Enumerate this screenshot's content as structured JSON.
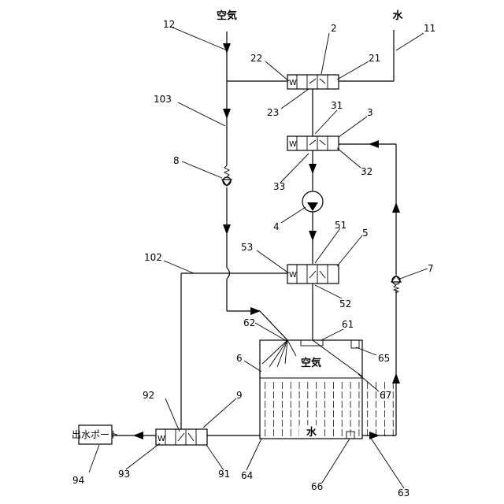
{
  "media": {
    "air_inlet": "空気",
    "water_inlet": "水",
    "tank_air": "空気",
    "tank_water": "水"
  },
  "outlet_port": "出水ポート",
  "valve_symbol": "W",
  "labels": {
    "n2": "2",
    "n21": "21",
    "n22": "22",
    "n23": "23",
    "n3": "3",
    "n31": "31",
    "n32": "32",
    "n33": "33",
    "n4": "4",
    "n5": "5",
    "n51": "51",
    "n52": "52",
    "n53": "53",
    "n6": "6",
    "n61": "61",
    "n62": "62",
    "n63": "63",
    "n64": "64",
    "n65": "65",
    "n66": "66",
    "n67": "67",
    "n7": "7",
    "n8": "8",
    "n9": "9",
    "n91": "91",
    "n92": "92",
    "n93": "93",
    "n94": "94",
    "n11": "11",
    "n12": "12",
    "n102": "102",
    "n103": "103"
  }
}
